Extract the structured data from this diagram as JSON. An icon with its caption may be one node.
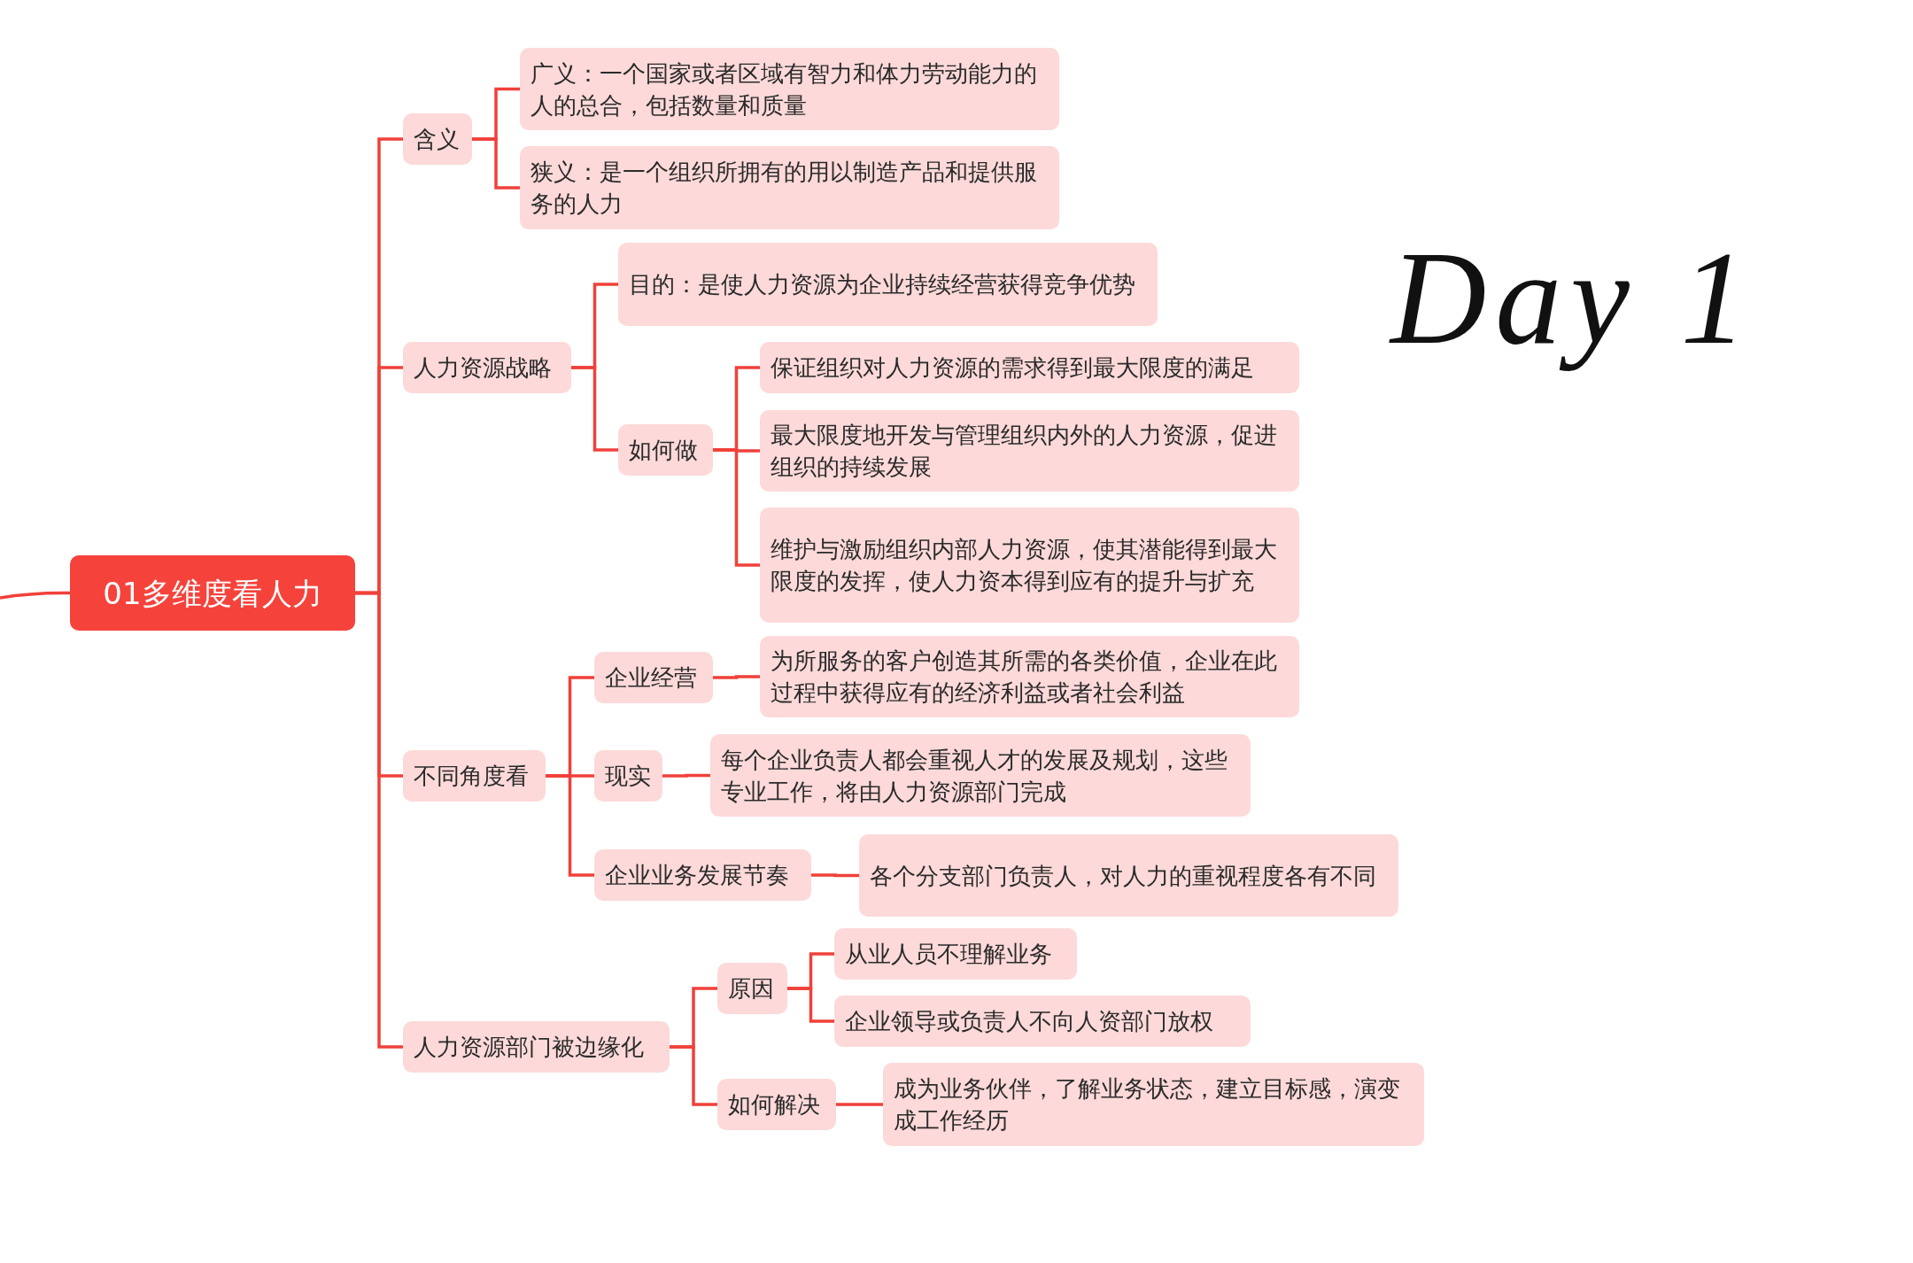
{
  "diagram": {
    "nodes": [
      {
        "text": [
          "01多维度看人力"
        ]
      },
      {
        "text": [
          "含义"
        ]
      },
      {
        "text": [
          "广义：一个国家或者区域有智力和体力劳动能力的人的总合，包括数量和质量"
        ]
      },
      {
        "text": [
          "狭义：是一个组织所拥有的用以制造产品和提供服务的人力"
        ]
      },
      {
        "text": [
          "人力资源战略"
        ]
      },
      {
        "text": [
          "目的：是使人力资源为企业持续经营获得竞争优势"
        ]
      },
      {
        "text": [
          "如何做"
        ]
      },
      {
        "text": [
          "保证组织对人力资源的需求得到最大限度的满足"
        ]
      },
      {
        "text": [
          "最大限度地开发与管理组织内外的人力资源，促进组织的持续发展"
        ]
      },
      {
        "text": [
          "维护与激励组织内部人力资源，使其潜能得到最大限度的发挥，使人力资本得到应有的提升与扩充"
        ]
      },
      {
        "text": [
          "不同角度看"
        ]
      },
      {
        "text": [
          "企业经营"
        ]
      },
      {
        "text": [
          "为所服务的客户创造其所需的各类价值，企业在此过程中获得应有的经济利益或者社会利益"
        ]
      },
      {
        "text": [
          "现实"
        ]
      },
      {
        "text": [
          "每个企业负责人都会重视人才的发展及规划，这些专业工作，将由人力资源部门完成"
        ]
      },
      {
        "text": [
          "企业业务发展节奏"
        ]
      },
      {
        "text": [
          "各个分支部门负责人，对人力的重视程度各有不同"
        ]
      },
      {
        "text": [
          "人力资源部门被边缘化"
        ]
      },
      {
        "text": [
          "原因"
        ]
      },
      {
        "text": [
          "从业人员不理解业务"
        ]
      },
      {
        "text": [
          "企业领导或负责人不向人资部门放权"
        ]
      },
      {
        "text": [
          "如何解决"
        ]
      },
      {
        "text": [
          "成为业务伙伴，了解业务状态，建立目标感，演变成工作经历"
        ]
      }
    ],
    "edges": [
      {
        "from": null,
        "to": 0,
        "arrow": "none"
      },
      {
        "from": 0,
        "to": 1,
        "arrow": "none"
      },
      {
        "from": 1,
        "to": 2,
        "arrow": "none"
      },
      {
        "from": 1,
        "to": 3,
        "arrow": "none"
      },
      {
        "from": 0,
        "to": 4,
        "arrow": "none"
      },
      {
        "from": 4,
        "to": 5,
        "arrow": "none"
      },
      {
        "from": 4,
        "to": 6,
        "arrow": "none"
      },
      {
        "from": 6,
        "to": 7,
        "arrow": "none"
      },
      {
        "from": 6,
        "to": 8,
        "arrow": "none"
      },
      {
        "from": 6,
        "to": 9,
        "arrow": "none"
      },
      {
        "from": 0,
        "to": 10,
        "arrow": "none"
      },
      {
        "from": 10,
        "to": 11,
        "arrow": "none"
      },
      {
        "from": 11,
        "to": 12,
        "arrow": "none"
      },
      {
        "from": 10,
        "to": 13,
        "arrow": "none"
      },
      {
        "from": 13,
        "to": 14,
        "arrow": "none"
      },
      {
        "from": 10,
        "to": 15,
        "arrow": "none"
      },
      {
        "from": 15,
        "to": 16,
        "arrow": "none"
      },
      {
        "from": 0,
        "to": 17,
        "arrow": "none"
      },
      {
        "from": 17,
        "to": 18,
        "arrow": "none"
      },
      {
        "from": 18,
        "to": 19,
        "arrow": "none"
      },
      {
        "from": 18,
        "to": 20,
        "arrow": "none"
      },
      {
        "from": 17,
        "to": 21,
        "arrow": "none"
      },
      {
        "from": 21,
        "to": 22,
        "arrow": "none"
      }
    ],
    "labels": [
      "Day 1"
    ]
  }
}
